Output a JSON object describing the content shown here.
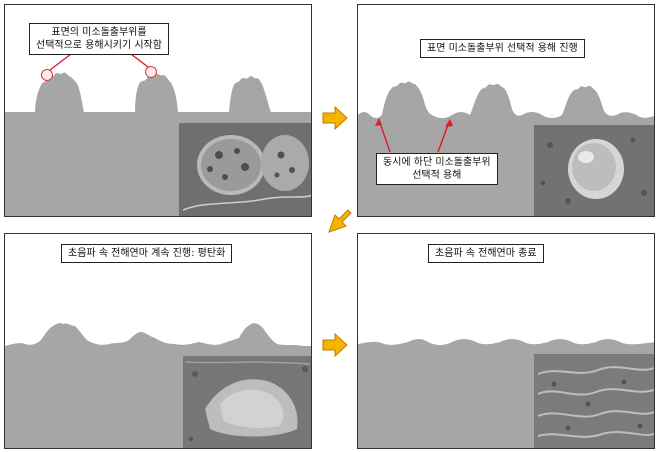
{
  "panels": [
    {
      "caption_lines": [
        "표면의 미소돌출부위를",
        "선택적으로 용해시키기 시작함"
      ]
    },
    {
      "caption_lines": [
        "표면 미소돌출부위 선택적 용해 진행"
      ],
      "sub_caption_lines": [
        "동시에 하단  미소돌출부위",
        "선택적 용해"
      ]
    },
    {
      "caption_lines": [
        "초음파 속 전해연마 계속 진행: 평탄화"
      ]
    },
    {
      "caption_lines": [
        "초음파 속 전해연마 종료"
      ]
    }
  ],
  "colors": {
    "surface": "#a6a6a6",
    "arrow_fill": "#f5b400",
    "arrow_stroke": "#c07a00",
    "pointer": "#e11b22",
    "photo_base": "#6f6f6f"
  }
}
